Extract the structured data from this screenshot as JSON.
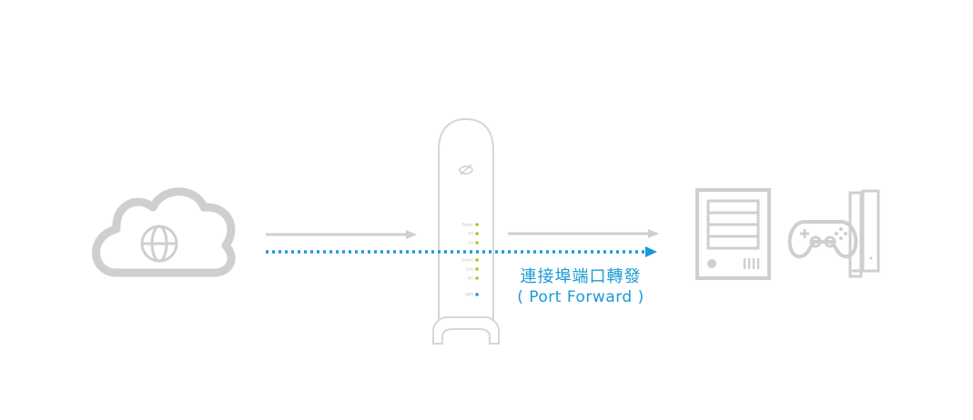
{
  "diagram": {
    "label_zh": "連接埠端口轉發",
    "label_en": "( Port Forward )",
    "modem_led_labels": [
      "Power",
      "DS",
      "US",
      "Online",
      "Link",
      "Act",
      "WPS"
    ]
  },
  "colors": {
    "gray": "#cfcfcf",
    "accent_blue": "#1a9ad6",
    "led_green": "#9bcf1e",
    "led_blue": "#1a9ad6"
  },
  "icons": [
    "cloud-icon",
    "globe-icon",
    "modem-icon",
    "nas-server-icon",
    "gamepad-icon",
    "game-console-icon"
  ]
}
